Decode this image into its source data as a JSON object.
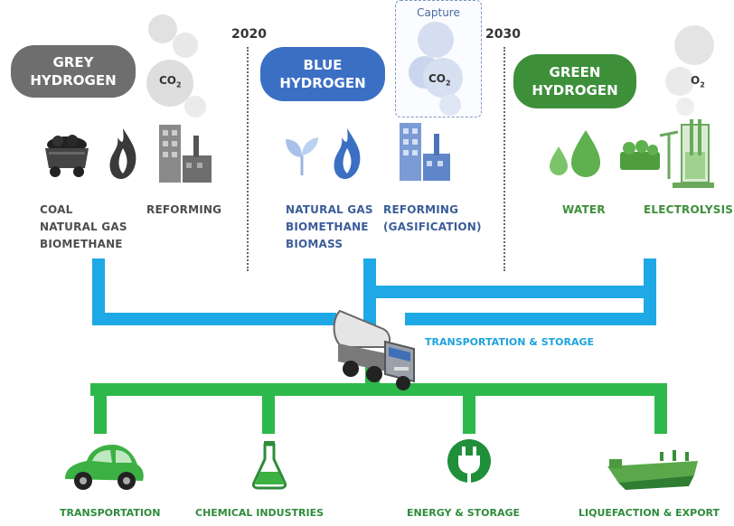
{
  "years": {
    "y2020": "2020",
    "y2030": "2030"
  },
  "grey": {
    "label_line1": "GREY",
    "label_line2": "HYDROGEN",
    "sources": [
      "COAL",
      "NATURAL GAS",
      "BIOMETHANE"
    ],
    "process": "REFORMING",
    "gas_main": "CO",
    "gas_sub": "2"
  },
  "blue": {
    "label_line1": "BLUE",
    "label_line2": "HYDROGEN",
    "sources": [
      "NATURAL GAS",
      "BIOMETHANE",
      "BIOMASS"
    ],
    "process_line1": "REFORMING",
    "process_line2": "(GASIFICATION)",
    "capture": "Capture",
    "gas_main": "CO",
    "gas_sub": "2"
  },
  "green": {
    "label_line1": "GREEN",
    "label_line2": "HYDROGEN",
    "source": "WATER",
    "process": "ELECTROLYSIS",
    "gas_main": "O",
    "gas_sub": "2"
  },
  "transport_storage": "TRANSPORTATION & STORAGE",
  "uses": [
    "TRANSPORTATION",
    "CHEMICAL INDUSTRIES",
    "ENERGY & STORAGE",
    "LIQUEFACTION & EXPORT"
  ],
  "colors": {
    "grey": "#6e6e6e",
    "blue": "#3b6fc4",
    "green": "#3e8f3a",
    "pipe_blue": "#1ea9e6",
    "pipe_green": "#2db84b"
  }
}
